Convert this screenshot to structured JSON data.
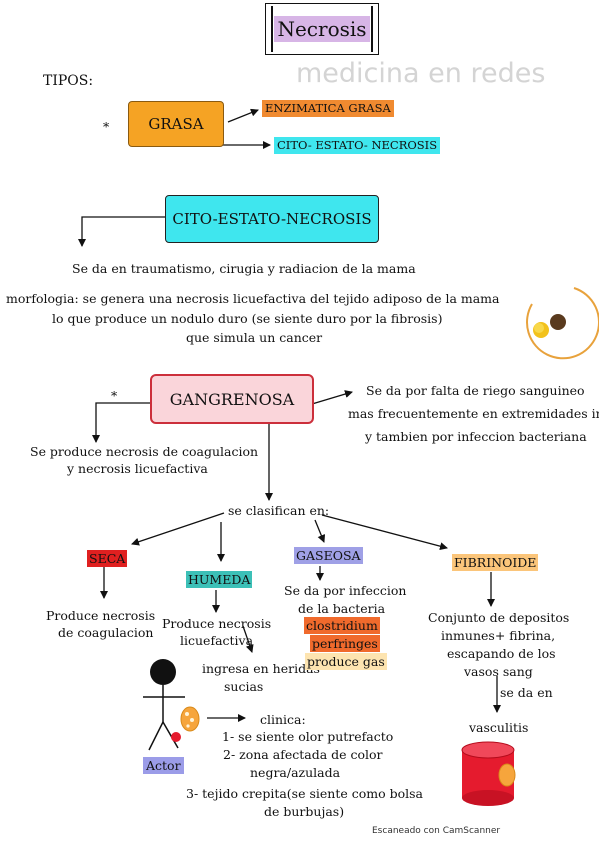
{
  "title": "Necrosis",
  "watermark": "medicina en redes",
  "tipos_label": "TIPOS:",
  "grasa": {
    "bullet": "*",
    "label": "GRASA",
    "branch1": "ENZIMATICA GRASA",
    "branch2": "CITO- ESTATO- NECROSIS"
  },
  "cito": {
    "label": "CITO-ESTATO-NECROSIS",
    "line1": "Se da en traumatismo, cirugia y radiacion de la mama",
    "line2": "morfologia: se genera una necrosis licuefactiva del tejido adiposo de la mama",
    "line3": "lo que produce un nodulo duro (se siente duro por la fibrosis)",
    "line4": "que simula un cancer"
  },
  "gangrenosa": {
    "bullet": "*",
    "label": "GANGRENOSA",
    "right1": "Se da por falta de riego sanguineo",
    "right2": "mas frecuentemente en extremidades inf",
    "right3": "y tambien por infeccion bacteriana",
    "left1": "Se produce necrosis de coagulacion",
    "left2": "y necrosis licuefactiva",
    "classify": "se clasifican en:"
  },
  "seca": {
    "label": "SECA",
    "desc1": "Produce necrosis",
    "desc2": "de coagulacion"
  },
  "humeda": {
    "label": "HUMEDA",
    "desc1": "Produce necrosis",
    "desc2": "licuefactiva",
    "ingresa1": "ingresa en heridas",
    "ingresa2": "sucias",
    "actor": "Actor",
    "clinica_title": "clinica:",
    "clinica1": "1- se siente olor putrefacto",
    "clinica2": "2- zona afectada de color",
    "clinica3": "negra/azulada",
    "clinica4": "3- tejido crepita(se siente como bolsa",
    "clinica5": "de burbujas)"
  },
  "gaseosa": {
    "label": "GASEOSA",
    "desc1": "Se da por infeccion",
    "desc2": "de la bacteria",
    "bact1": "clostridium",
    "bact2": "perfringes",
    "gas": "produce gas"
  },
  "fibrinoide": {
    "label": "FIBRINOIDE",
    "desc1": "Conjunto de depositos",
    "desc2": "inmunes+ fibrina,",
    "desc3": "escapando de los",
    "desc4": "vasos sang",
    "seda": "se da en",
    "vasculitis": "vasculitis"
  },
  "scanner": "Escaneado con CamScanner",
  "colors": {
    "title_fill": "#d7b5e6",
    "grasa_fill": "#f5a324",
    "enzimatica_fill": "#f08a30",
    "cyan": "#3fe6ee",
    "gangrenosa_fill": "#fad5da",
    "gangrenosa_border": "#cc2f3b",
    "seca_fill": "#e02020",
    "humeda_fill": "#3cc0b7",
    "gaseosa_fill": "#9fa0e6",
    "fibrinoide_fill": "#fbc57a",
    "clostridium_fill": "#f06a2c",
    "gas_fill": "#fde4b0",
    "actor_fill": "#9b9ce8",
    "cylinder_red": "#e51b2e"
  }
}
